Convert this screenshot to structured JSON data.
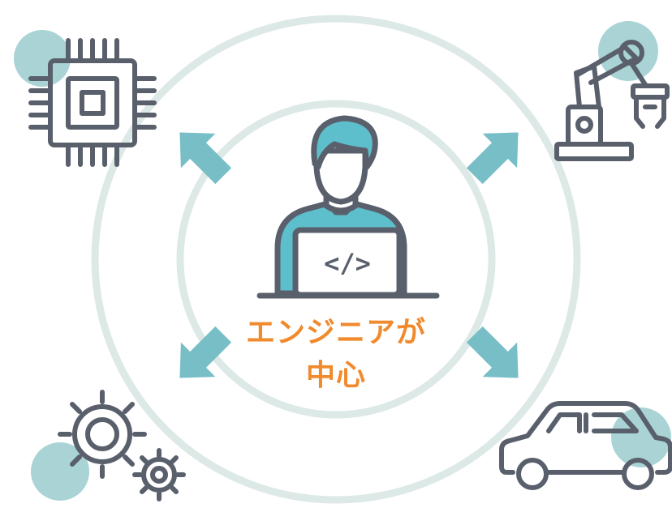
{
  "center": {
    "label_line1": "エンジニアが",
    "label_line2": "中心",
    "icon": "engineer-with-laptop-icon",
    "laptop_symbol": "</>"
  },
  "nodes": [
    {
      "id": "top-left",
      "icon": "cpu-chip-icon"
    },
    {
      "id": "top-right",
      "icon": "robot-arm-icon"
    },
    {
      "id": "bottom-left",
      "icon": "gears-icon"
    },
    {
      "id": "bottom-right",
      "icon": "car-icon"
    }
  ],
  "colors": {
    "label": "#f08a2c",
    "arrow": "#77bec7",
    "ring": "#dce9e6",
    "line": "#59606c",
    "accent_fill": "#5ebfcc",
    "bubble": "#a9d3d4"
  }
}
